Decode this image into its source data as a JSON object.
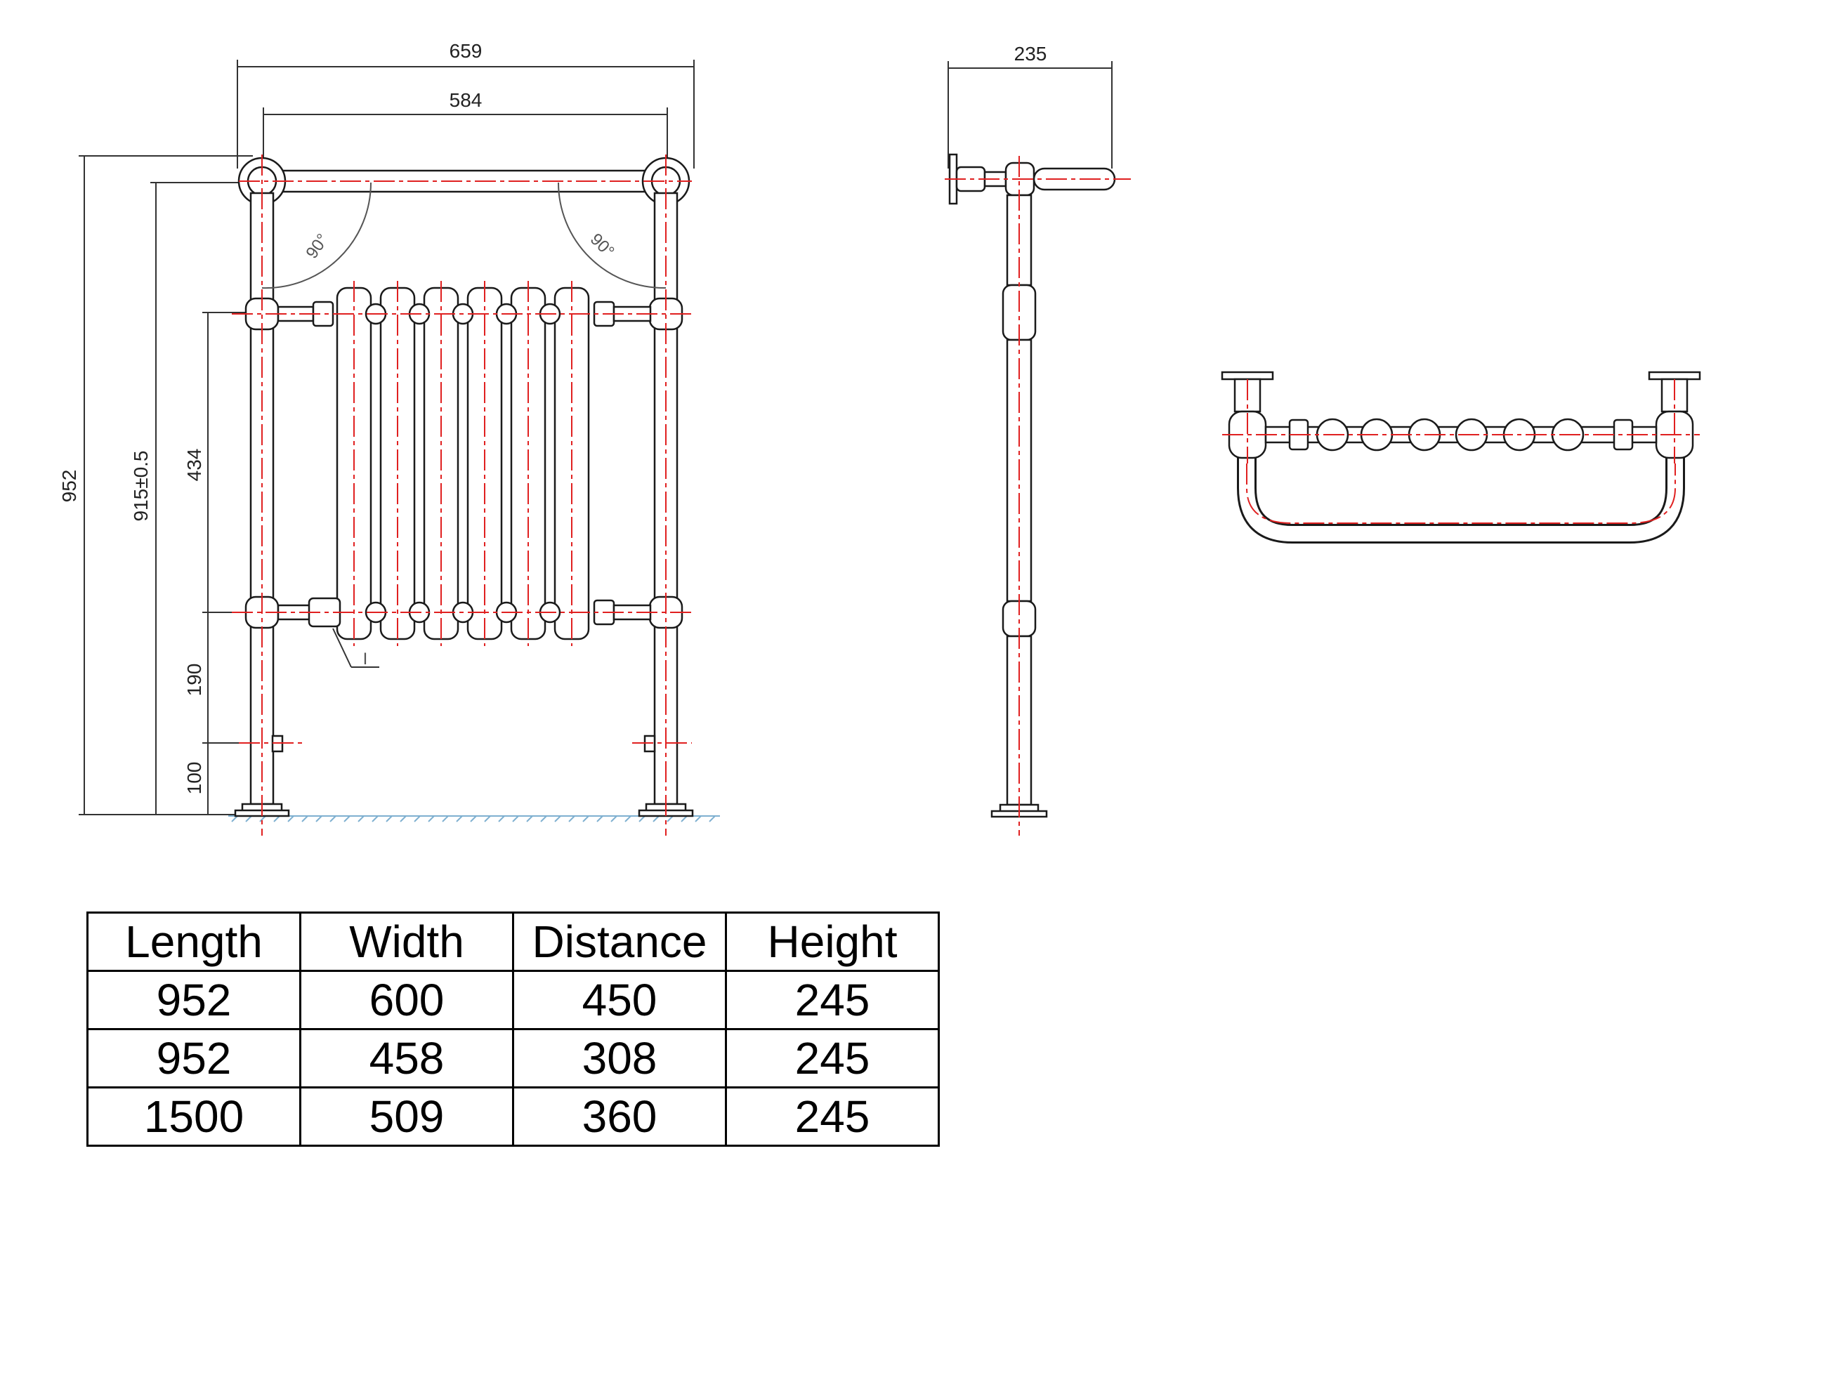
{
  "front_view": {
    "dims": {
      "overall_width": "659",
      "inner_width": "584",
      "total_height": "952",
      "centre_height": "915±0.5",
      "connection_centres": "434",
      "lower_height": "190",
      "foot_height": "100",
      "angle_left": "90°",
      "angle_right": "90°",
      "detail_marker": "I"
    }
  },
  "side_view": {
    "dims": {
      "depth": "235"
    }
  },
  "spec_table": {
    "headers": [
      "Length",
      "Width",
      "Distance",
      "Height"
    ],
    "rows": [
      [
        "952",
        "600",
        "450",
        "245"
      ],
      [
        "952",
        "458",
        "308",
        "245"
      ],
      [
        "1500",
        "509",
        "360",
        "245"
      ]
    ]
  },
  "colors": {
    "line": "#1a1a1a",
    "centerline": "#e02020",
    "ground_hatch": "#7fb0d0"
  }
}
